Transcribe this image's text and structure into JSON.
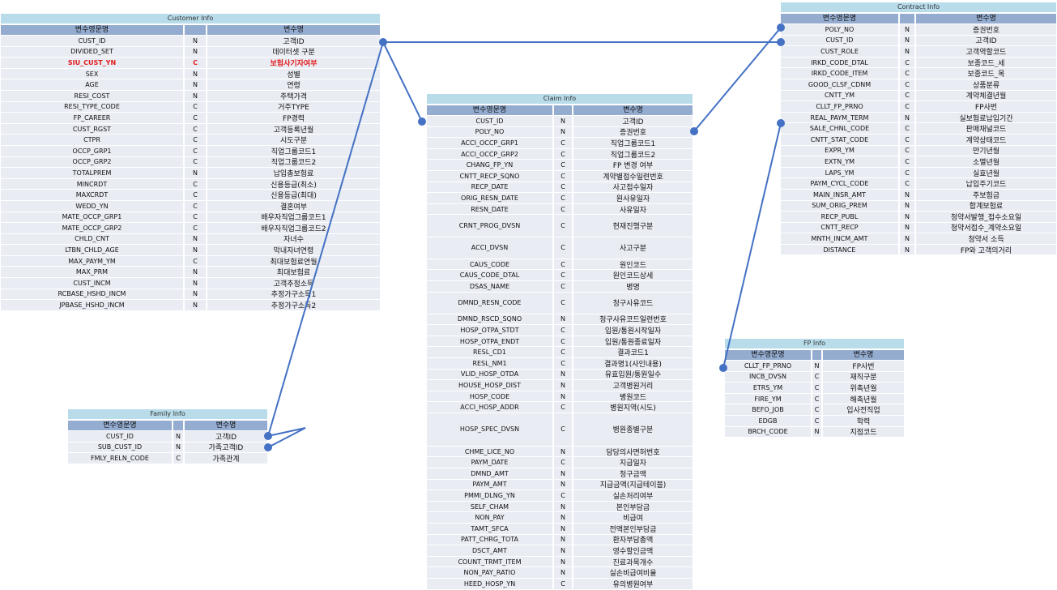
{
  "header_labels": {
    "var_name": "변수영문명",
    "var_desc": "변수명"
  },
  "customer": {
    "title": "Customer  Info",
    "rows": [
      {
        "name": "CUST_ID",
        "type": "N",
        "desc": "고객ID"
      },
      {
        "name": "DIVIDED_SET",
        "type": "N",
        "desc": "데이터셋 구분"
      },
      {
        "name": "SIU_CUST_YN",
        "type": "C",
        "desc": "보험사기자여부",
        "highlight": true
      },
      {
        "name": "SEX",
        "type": "N",
        "desc": "성별"
      },
      {
        "name": "AGE",
        "type": "N",
        "desc": "연령"
      },
      {
        "name": "RESI_COST",
        "type": "N",
        "desc": "주택가격"
      },
      {
        "name": "RESI_TYPE_CODE",
        "type": "C",
        "desc": "거주TYPE"
      },
      {
        "name": "FP_CAREER",
        "type": "C",
        "desc": "FP경력"
      },
      {
        "name": "CUST_RGST",
        "type": "C",
        "desc": "고객등록년월"
      },
      {
        "name": "CTPR",
        "type": "C",
        "desc": "시도구분"
      },
      {
        "name": "OCCP_GRP1",
        "type": "C",
        "desc": "직업그룹코드1"
      },
      {
        "name": "OCCP_GRP2",
        "type": "C",
        "desc": "직업그룹코드2"
      },
      {
        "name": "TOTALPREM",
        "type": "N",
        "desc": "납입총보험료"
      },
      {
        "name": "MINCRDT",
        "type": "C",
        "desc": "신용등급(최소)"
      },
      {
        "name": "MAXCRDT",
        "type": "C",
        "desc": "신용등급(최대)"
      },
      {
        "name": "WEDD_YN",
        "type": "C",
        "desc": "결혼여부"
      },
      {
        "name": "MATE_OCCP_GRP1",
        "type": "C",
        "desc": "배우자직업그룹코드1"
      },
      {
        "name": "MATE_OCCP_GRP2",
        "type": "C",
        "desc": "배우자직업그룹코드2"
      },
      {
        "name": "CHLD_CNT",
        "type": "N",
        "desc": "자녀수"
      },
      {
        "name": "LTBN_CHLD_AGE",
        "type": "N",
        "desc": "막내자녀연령"
      },
      {
        "name": "MAX_PAYM_YM",
        "type": "C",
        "desc": "최대보험료연월"
      },
      {
        "name": "MAX_PRM",
        "type": "N",
        "desc": "최대보험료"
      },
      {
        "name": "CUST_INCM",
        "type": "N",
        "desc": "고객추정소득"
      },
      {
        "name": "RCBASE_HSHD_INCM",
        "type": "N",
        "desc": "추정가구소득1"
      },
      {
        "name": "JPBASE_HSHD_INCM",
        "type": "N",
        "desc": "추정가구소득2"
      }
    ]
  },
  "family": {
    "title": "Family Info",
    "rows": [
      {
        "name": "CUST_ID",
        "type": "N",
        "desc": "고객ID"
      },
      {
        "name": "SUB_CUST_ID",
        "type": "N",
        "desc": "가족고객ID"
      },
      {
        "name": "FMLY_RELN_CODE",
        "type": "C",
        "desc": "가족관계"
      }
    ]
  },
  "claim": {
    "title": "Claim  Info",
    "rows": [
      {
        "name": "CUST_ID",
        "type": "N",
        "desc": "고객ID"
      },
      {
        "name": "POLY_NO",
        "type": "N",
        "desc": "증권번호"
      },
      {
        "name": "ACCI_OCCP_GRP1",
        "type": "C",
        "desc": "직업그룹코드1"
      },
      {
        "name": "ACCI_OCCP_GRP2",
        "type": "C",
        "desc": "직업그룹코드2"
      },
      {
        "name": "CHANG_FP_YN",
        "type": "C",
        "desc": "FP 변경 여부"
      },
      {
        "name": "CNTT_RECP_SQNO",
        "type": "C",
        "desc": "계약별접수일련번호"
      },
      {
        "name": "RECP_DATE",
        "type": "C",
        "desc": "사고접수일자"
      },
      {
        "name": "ORIG_RESN_DATE",
        "type": "C",
        "desc": "원사유일자"
      },
      {
        "name": "RESN_DATE",
        "type": "C",
        "desc": "사유일자"
      },
      {
        "name": "CRNT_PROG_DVSN",
        "type": "C",
        "desc": "현재진행구분",
        "tall": 2
      },
      {
        "name": "ACCI_DVSN",
        "type": "C",
        "desc": "사고구분",
        "tall": 2
      },
      {
        "name": "CAUS_CODE",
        "type": "C",
        "desc": "원인코드"
      },
      {
        "name": "CAUS_CODE_DTAL",
        "type": "C",
        "desc": "원인코드상세"
      },
      {
        "name": "DSAS_NAME",
        "type": "C",
        "desc": "병명"
      },
      {
        "name": "DMND_RESN_CODE",
        "type": "C",
        "desc": "청구사유코드",
        "tall": 2
      },
      {
        "name": "DMND_RSCD_SQNO",
        "type": "N",
        "desc": "청구사유코드일련번호"
      },
      {
        "name": "HOSP_OTPA_STDT",
        "type": "C",
        "desc": "입원/통원시작일자"
      },
      {
        "name": "HOSP_OTPA_ENDT",
        "type": "C",
        "desc": "입원/통원종료일자"
      },
      {
        "name": "RESL_CD1",
        "type": "C",
        "desc": "결과코드1"
      },
      {
        "name": "RESL_NM1",
        "type": "C",
        "desc": "결과명1(사인내용)"
      },
      {
        "name": "VLID_HOSP_OTDA",
        "type": "N",
        "desc": "유효입원/통원일수"
      },
      {
        "name": "HOUSE_HOSP_DIST",
        "type": "N",
        "desc": "고객병원거리"
      },
      {
        "name": "HOSP_CODE",
        "type": "N",
        "desc": "병원코드"
      },
      {
        "name": "ACCI_HOSP_ADDR",
        "type": "C",
        "desc": "병원지역(시도)"
      },
      {
        "name": "HOSP_SPEC_DVSN",
        "type": "C",
        "desc": "병원종별구분",
        "tall": 3
      },
      {
        "name": "CHME_LICE_NO",
        "type": "N",
        "desc": "담당의사면허번호"
      },
      {
        "name": "PAYM_DATE",
        "type": "C",
        "desc": "지급일자"
      },
      {
        "name": "DMND_AMT",
        "type": "N",
        "desc": "청구금액"
      },
      {
        "name": "PAYM_AMT",
        "type": "N",
        "desc": "지급금액(지급테이블)"
      },
      {
        "name": "PMMI_DLNG_YN",
        "type": "C",
        "desc": "실손처리여부"
      },
      {
        "name": "SELF_CHAM",
        "type": "N",
        "desc": "본인부담금"
      },
      {
        "name": "NON_PAY",
        "type": "N",
        "desc": "비급여"
      },
      {
        "name": "TAMT_SFCA",
        "type": "N",
        "desc": "전액본인부담금"
      },
      {
        "name": "PATT_CHRG_TOTA",
        "type": "N",
        "desc": "환자부담총액"
      },
      {
        "name": "DSCT_AMT",
        "type": "N",
        "desc": "영수할인금액"
      },
      {
        "name": "COUNT_TRMT_ITEM",
        "type": "N",
        "desc": "진료과목개수"
      },
      {
        "name": "NON_PAY_RATIO",
        "type": "N",
        "desc": "실손비급여비율"
      },
      {
        "name": "HEED_HOSP_YN",
        "type": "C",
        "desc": "유의병원여부"
      }
    ]
  },
  "contract": {
    "title": "Contract  Info",
    "rows": [
      {
        "name": "POLY_NO",
        "type": "N",
        "desc": "증권번호"
      },
      {
        "name": "CUST_ID",
        "type": "N",
        "desc": "고객ID"
      },
      {
        "name": "CUST_ROLE",
        "type": "N",
        "desc": "고객역할코드"
      },
      {
        "name": "IRKD_CODE_DTAL",
        "type": "C",
        "desc": "보종코드_세"
      },
      {
        "name": "IRKD_CODE_ITEM",
        "type": "C",
        "desc": "보종코드_목"
      },
      {
        "name": "GOOD_CLSF_CDNM",
        "type": "C",
        "desc": "상품분류"
      },
      {
        "name": "CNTT_YM",
        "type": "C",
        "desc": "계약체결년월"
      },
      {
        "name": "CLLT_FP_PRNO",
        "type": "C",
        "desc": "FP사번"
      },
      {
        "name": "REAL_PAYM_TERM",
        "type": "N",
        "desc": "실보험료납입기간"
      },
      {
        "name": "SALE_CHNL_CODE",
        "type": "C",
        "desc": "판매채널코드"
      },
      {
        "name": "CNTT_STAT_CODE",
        "type": "C",
        "desc": "계약상태코드"
      },
      {
        "name": "EXPR_YM",
        "type": "C",
        "desc": "만기년월"
      },
      {
        "name": "EXTN_YM",
        "type": "C",
        "desc": "소멸년월"
      },
      {
        "name": "LAPS_YM",
        "type": "C",
        "desc": "실효년월"
      },
      {
        "name": "PAYM_CYCL_CODE",
        "type": "C",
        "desc": "납입주기코드"
      },
      {
        "name": "MAIN_INSR_AMT",
        "type": "N",
        "desc": "주보험금"
      },
      {
        "name": "SUM_ORIG_PREM",
        "type": "N",
        "desc": "합계보험료"
      },
      {
        "name": "RECP_PUBL",
        "type": "N",
        "desc": "청약서발행_접수소요일"
      },
      {
        "name": "CNTT_RECP",
        "type": "N",
        "desc": "청약서접수_계약소요일"
      },
      {
        "name": "MNTH_INCM_AMT",
        "type": "N",
        "desc": "청약서 소득"
      },
      {
        "name": "DISTANCE",
        "type": "N",
        "desc": "FP와 고객의거리"
      }
    ]
  },
  "fp": {
    "title": "FP Info",
    "rows": [
      {
        "name": "CLLT_FP_PRNO",
        "type": "N",
        "desc": "FP사번"
      },
      {
        "name": "INCB_DVSN",
        "type": "C",
        "desc": "재직구분"
      },
      {
        "name": "ETRS_YM",
        "type": "C",
        "desc": "위촉년월"
      },
      {
        "name": "FIRE_YM",
        "type": "C",
        "desc": "해촉년월"
      },
      {
        "name": "BEFO_JOB",
        "type": "C",
        "desc": "입사전직업"
      },
      {
        "name": "EDGB",
        "type": "C",
        "desc": "학력"
      },
      {
        "name": "BRCH_CODE",
        "type": "N",
        "desc": "지점코드"
      }
    ]
  }
}
